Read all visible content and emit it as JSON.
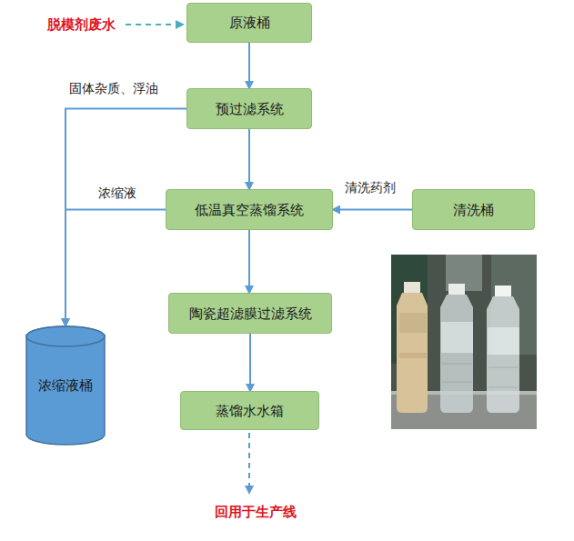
{
  "diagram": {
    "nodes": [
      {
        "text": [
          "原液桶"
        ]
      },
      {
        "text": [
          "预过滤系统"
        ]
      },
      {
        "text": [
          "低温真空蒸馏系统"
        ]
      },
      {
        "text": [
          "清洗桶"
        ]
      },
      {
        "text": [
          "陶瓷超滤膜过滤系统"
        ]
      },
      {
        "text": [
          "蒸馏水水箱"
        ]
      },
      {
        "text": [
          "浓缩液桶"
        ]
      }
    ],
    "edges": [
      {
        "from": 0,
        "to": 1,
        "arrow": "to"
      },
      {
        "from": 1,
        "to": 2,
        "arrow": "to"
      },
      {
        "from": 1,
        "to": 6,
        "label": "固体杂质、浮油",
        "arrow": "to"
      },
      {
        "from": 2,
        "to": 6,
        "label": "浓缩液",
        "arrow": "to"
      },
      {
        "from": 3,
        "to": 2,
        "label": "清洗药剂",
        "arrow": "to"
      },
      {
        "from": 2,
        "to": 4,
        "arrow": "to"
      },
      {
        "from": 4,
        "to": 5,
        "arrow": "to"
      }
    ],
    "labels": [
      "脱模剂废水",
      "回用于生产线"
    ]
  }
}
